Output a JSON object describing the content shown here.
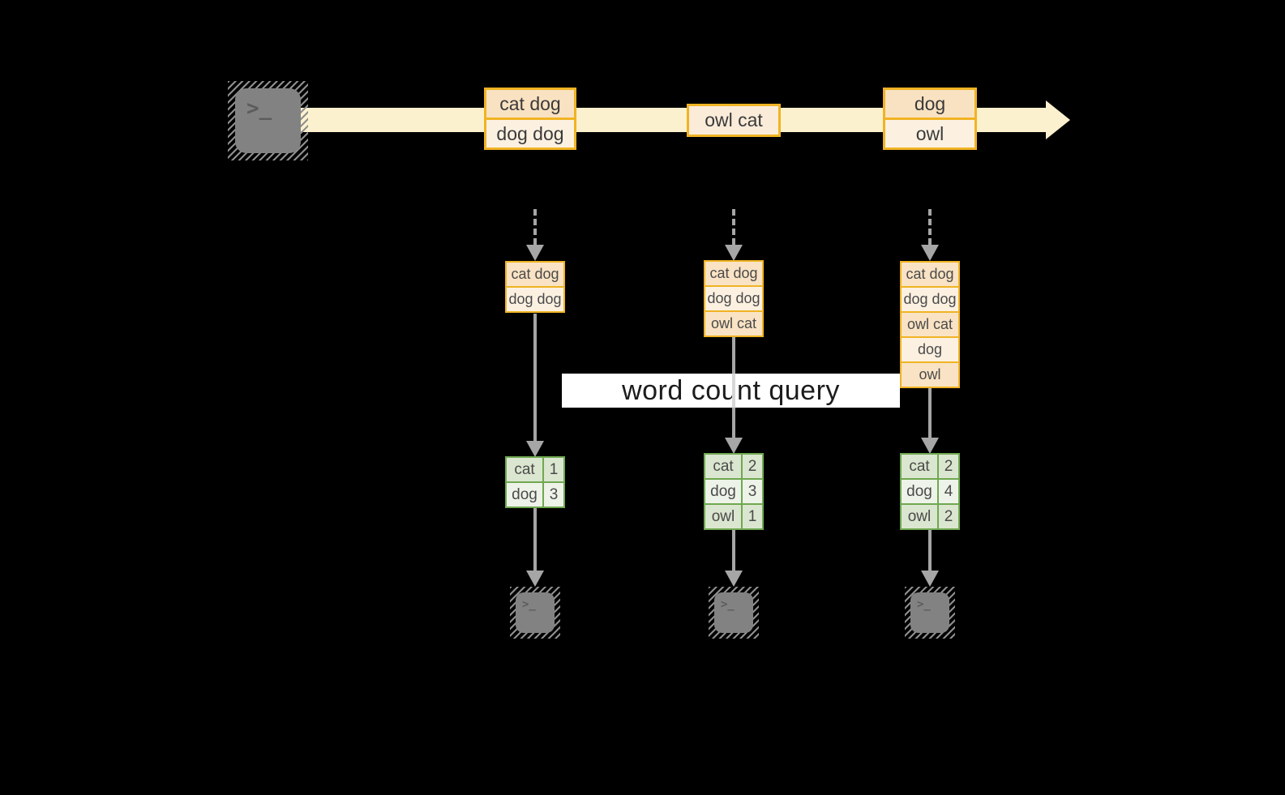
{
  "label": {
    "text": "word count query"
  },
  "icons": {
    "source": "terminal-icon",
    "sink": "terminal-icon",
    "prompt": ">_"
  },
  "colors": {
    "background": "#000000",
    "stream_band": "#FCF1CE",
    "box_border": "#F0B323",
    "box_fill_peach": "#F9E2C1",
    "box_fill_cream": "#FCF1E1",
    "table_border": "#6FA850",
    "table_fill_dark": "#DBE6D0",
    "table_fill_light": "#EEF3E9",
    "arrow_gray": "#A6A6A6",
    "terminal_gray": "#828282",
    "label_bg": "#FFFFFF"
  },
  "stream": {
    "batches": [
      {
        "items": [
          "cat dog",
          "dog dog"
        ]
      },
      {
        "items": [
          "owl cat"
        ]
      },
      {
        "items": [
          "dog",
          "owl"
        ]
      }
    ]
  },
  "columns": [
    {
      "stack": [
        "cat dog",
        "dog dog"
      ],
      "counts": [
        {
          "word": "cat",
          "count": "1"
        },
        {
          "word": "dog",
          "count": "3"
        }
      ]
    },
    {
      "stack": [
        "cat dog",
        "dog dog",
        "owl cat"
      ],
      "counts": [
        {
          "word": "cat",
          "count": "2"
        },
        {
          "word": "dog",
          "count": "3"
        },
        {
          "word": "owl",
          "count": "1"
        }
      ]
    },
    {
      "stack": [
        "cat dog",
        "dog dog",
        "owl cat",
        "dog",
        "owl"
      ],
      "counts": [
        {
          "word": "cat",
          "count": "2"
        },
        {
          "word": "dog",
          "count": "4"
        },
        {
          "word": "owl",
          "count": "2"
        }
      ]
    }
  ]
}
